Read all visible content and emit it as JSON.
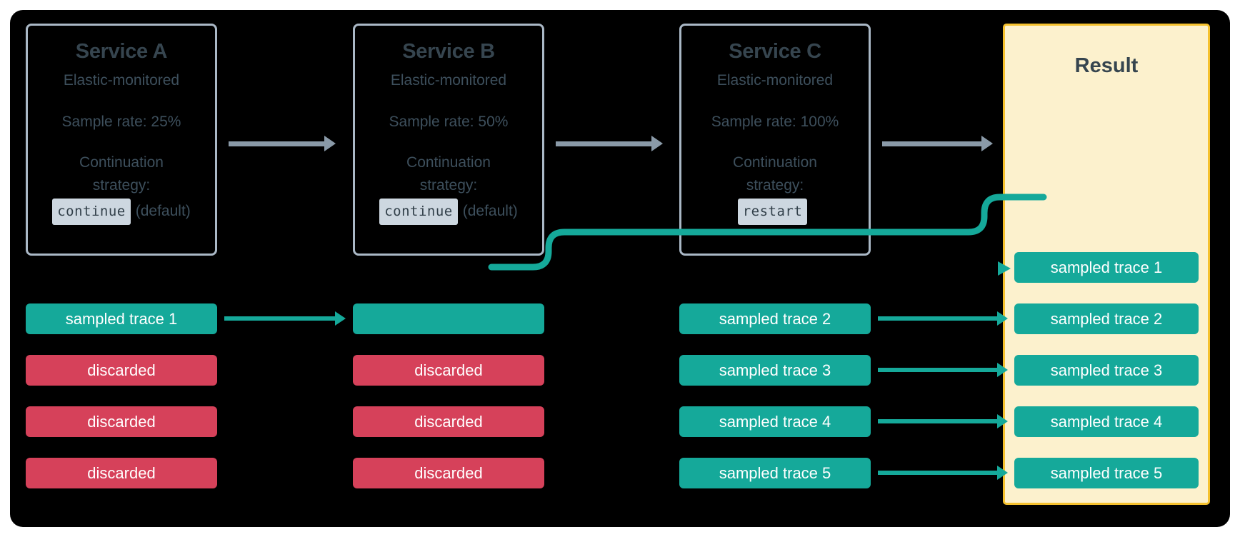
{
  "diagram": {
    "title": "Distributed tracing sampling continuation strategies",
    "colors": {
      "canvas_background": "#000000",
      "service_border": "#aab8c6",
      "service_text": "#3d4f5c",
      "sampled_trace": "#15a99a",
      "discarded_trace": "#d6415a",
      "result_background": "#fcf1cd",
      "result_border": "#f5c12e",
      "gray_arrow": "#8a9aa8",
      "code_chip_background": "#cdd7e0"
    }
  },
  "services": [
    {
      "title": "Service A",
      "subtitle": "Elastic-monitored",
      "sample_rate": "Sample rate: 25%",
      "continuation_label_line1": "Continuation",
      "continuation_label_line2": "strategy:",
      "strategy_code": "continue",
      "strategy_note": "(default)"
    },
    {
      "title": "Service B",
      "subtitle": "Elastic-monitored",
      "sample_rate": "Sample rate: 50%",
      "continuation_label_line1": "Continuation",
      "continuation_label_line2": "strategy:",
      "strategy_code": "continue",
      "strategy_note": "(default)"
    },
    {
      "title": "Service C",
      "subtitle": "Elastic-monitored",
      "sample_rate": "Sample rate: 100%",
      "continuation_label_line1": "Continuation",
      "continuation_label_line2": "strategy:",
      "strategy_code": "restart",
      "strategy_note": ""
    }
  ],
  "result": {
    "title": "Result",
    "traces": [
      {
        "label": "sampled trace 1",
        "kind": "sampled"
      },
      {
        "label": "sampled trace 2",
        "kind": "sampled"
      },
      {
        "label": "sampled trace 3",
        "kind": "sampled"
      },
      {
        "label": "sampled trace 4",
        "kind": "sampled"
      },
      {
        "label": "sampled trace 5",
        "kind": "sampled"
      }
    ]
  },
  "columns": [
    {
      "service": "Service A",
      "traces": [
        {
          "label": "sampled trace 1",
          "kind": "sampled"
        },
        {
          "label": "discarded",
          "kind": "discarded"
        },
        {
          "label": "discarded",
          "kind": "discarded"
        },
        {
          "label": "discarded",
          "kind": "discarded"
        }
      ]
    },
    {
      "service": "Service B",
      "traces": [
        {
          "label": "",
          "kind": "sampled"
        },
        {
          "label": "discarded",
          "kind": "discarded"
        },
        {
          "label": "discarded",
          "kind": "discarded"
        },
        {
          "label": "discarded",
          "kind": "discarded"
        }
      ]
    },
    {
      "service": "Service C",
      "traces": [
        {
          "label": "sampled trace 2",
          "kind": "sampled"
        },
        {
          "label": "sampled trace 3",
          "kind": "sampled"
        },
        {
          "label": "sampled trace 4",
          "kind": "sampled"
        },
        {
          "label": "sampled trace 5",
          "kind": "sampled"
        }
      ]
    }
  ]
}
